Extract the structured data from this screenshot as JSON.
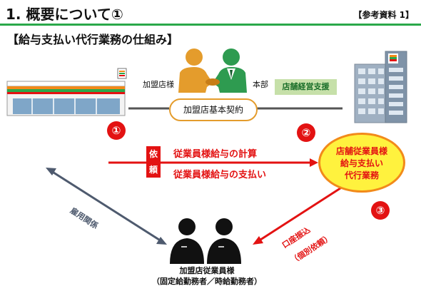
{
  "header": {
    "title": "1. 概要について①",
    "reference": "【参考資料 1】"
  },
  "subtitle": "【給与支払い代行業務の仕組み】",
  "labels": {
    "franchisee": "加盟店様",
    "headquarters": "本部",
    "contract": "加盟店基本契約",
    "store_support": "店舗経営支援",
    "employment": "雇用関係",
    "bank_transfer": "口座振込",
    "individual_request": "（個別依頼）"
  },
  "steps": [
    "①",
    "②",
    "③"
  ],
  "request": {
    "badge_line1": "依",
    "badge_line2": "頼",
    "item1": "従業員様給与の計算",
    "item2": "従業員様給与の支払い"
  },
  "service_box": {
    "line1": "店舗従業員様",
    "line2": "給与支払い",
    "line3": "代行業務"
  },
  "staff": {
    "line1": "加盟店従業員様",
    "line2": "（固定給勤務者／時給勤務者）"
  },
  "colors": {
    "accent_green": "#2aa84a",
    "request_red": "#e31212",
    "handshake_orange": "#e49c2c",
    "handshake_green": "#2e9b50",
    "highlight_yellow": "#fff23e"
  }
}
